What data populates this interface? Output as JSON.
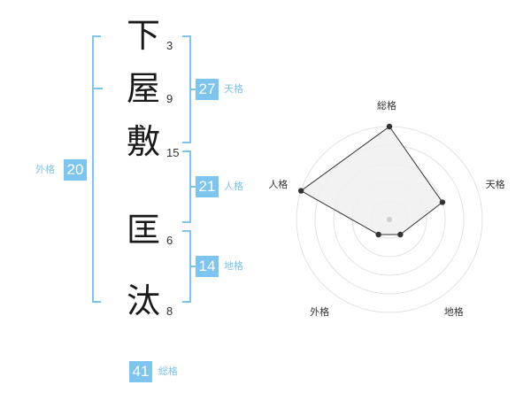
{
  "name": {
    "chars": [
      {
        "char": "下",
        "strokes": "3"
      },
      {
        "char": "屋",
        "strokes": "9"
      },
      {
        "char": "敷",
        "strokes": "15"
      },
      {
        "char": "匡",
        "strokes": "6"
      },
      {
        "char": "汰",
        "strokes": "8"
      }
    ]
  },
  "scores": {
    "tenkaku": {
      "value": "27",
      "label": "天格"
    },
    "jinkaku": {
      "value": "21",
      "label": "人格"
    },
    "chikaku": {
      "value": "14",
      "label": "地格"
    },
    "gaikaku": {
      "value": "20",
      "label": "外格"
    },
    "soukaku": {
      "value": "41",
      "label": "総格"
    }
  },
  "colors": {
    "accent": "#7dc4ee",
    "radar_fill": "#f0f0f0",
    "radar_stroke": "#333333"
  },
  "chart_data": {
    "type": "radar",
    "axes": [
      "総格",
      "天格",
      "地格",
      "外格",
      "人格"
    ],
    "values": [
      5,
      3,
      1,
      1,
      5
    ],
    "max": 5,
    "rings": 5
  }
}
